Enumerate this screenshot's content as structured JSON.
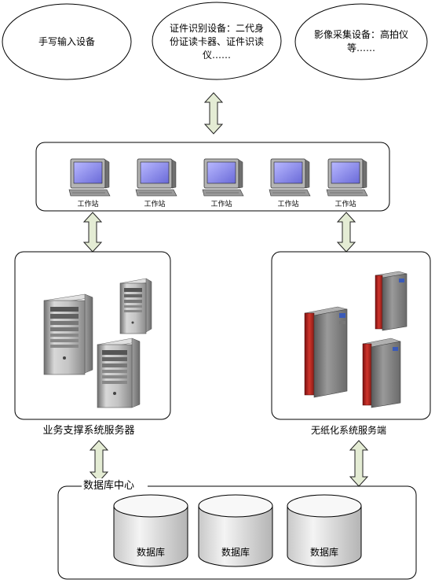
{
  "input_devices": [
    {
      "lines": [
        "手写输入设备"
      ]
    },
    {
      "lines": [
        "证件识别设备：二代身",
        "份证读卡器、证件识读",
        "仪……"
      ]
    },
    {
      "lines": [
        "影像采集设备：高拍仪",
        "等……"
      ]
    }
  ],
  "workstations": {
    "labels": [
      "工作站",
      "工作站",
      "工作站",
      "工作站",
      "工作站"
    ]
  },
  "business_server": {
    "caption": "业务支撑系统服务器"
  },
  "paperless_server": {
    "caption": "无纸化系统服务端"
  },
  "database_center": {
    "title": "数据库中心",
    "databases": [
      "数据库",
      "数据库",
      "数据库"
    ]
  },
  "colors": {
    "arrow_fill": "#e4ecd4",
    "monitor_screen": "#8e8ee8",
    "server_red": "#c8302a",
    "server_gray": "#8c8c8c"
  }
}
